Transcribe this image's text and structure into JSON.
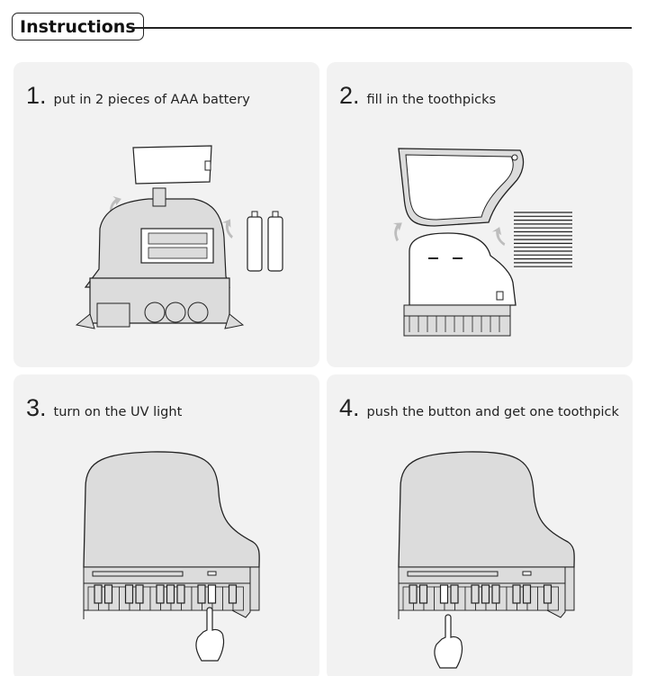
{
  "header": {
    "title": "Instructions"
  },
  "steps": [
    {
      "number": "1.",
      "text": "put in 2 pieces of AAA battery"
    },
    {
      "number": "2.",
      "text": "fill in the toothpicks"
    },
    {
      "number": "3.",
      "text": "turn on the UV light"
    },
    {
      "number": "4.",
      "text": "push the button and get one toothpick"
    }
  ],
  "colors": {
    "panel_bg": "#f2f2f2",
    "device_fill": "#dcdcdc",
    "outline": "#222222",
    "arrow": "#bdbdbd"
  }
}
